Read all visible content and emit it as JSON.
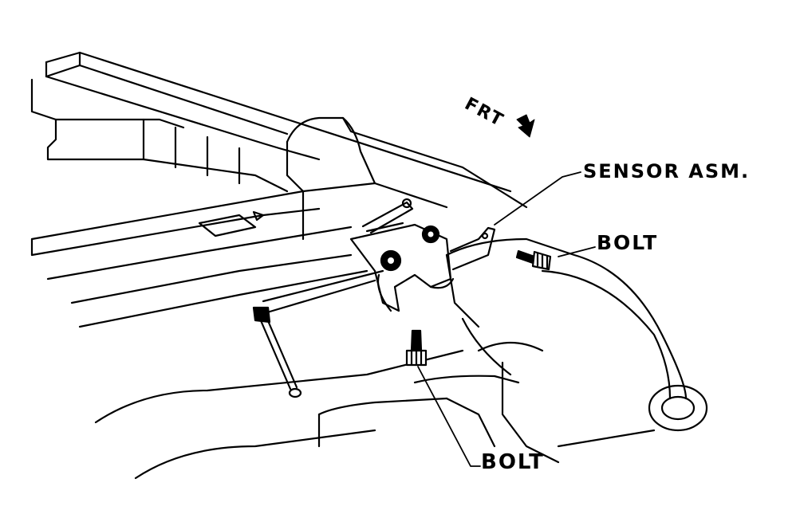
{
  "diagram": {
    "labels": {
      "front": "FRT",
      "sensor": "SENSOR ASM.",
      "bolt_upper": "BOLT",
      "bolt_lower": "BOLT"
    },
    "colors": {
      "line": "#000000",
      "background": "#ffffff"
    },
    "icons": {
      "front_direction": "arrow-icon"
    }
  }
}
